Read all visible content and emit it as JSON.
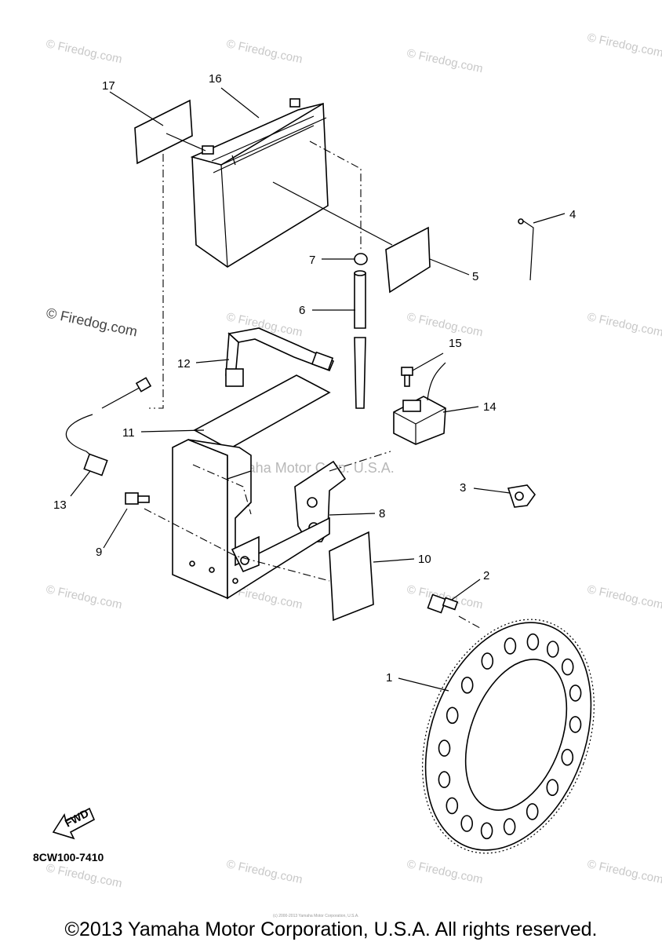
{
  "watermark": {
    "text": "© Firedog.com",
    "center_text": "Yamaha Motor Corp. U.S.A."
  },
  "callouts": [
    "1",
    "2",
    "3",
    "4",
    "5",
    "6",
    "7",
    "8",
    "9",
    "10",
    "11",
    "12",
    "13",
    "14",
    "15",
    "16",
    "17"
  ],
  "diagram_code": "8CW100-7410",
  "fwd_label": "FWD",
  "fine_print": "(c) 2000-2013 Yamaha Motor Corporation, U.S.A.",
  "copyright": "©2013 Yamaha Motor Corporation, U.S.A. All rights reserved."
}
